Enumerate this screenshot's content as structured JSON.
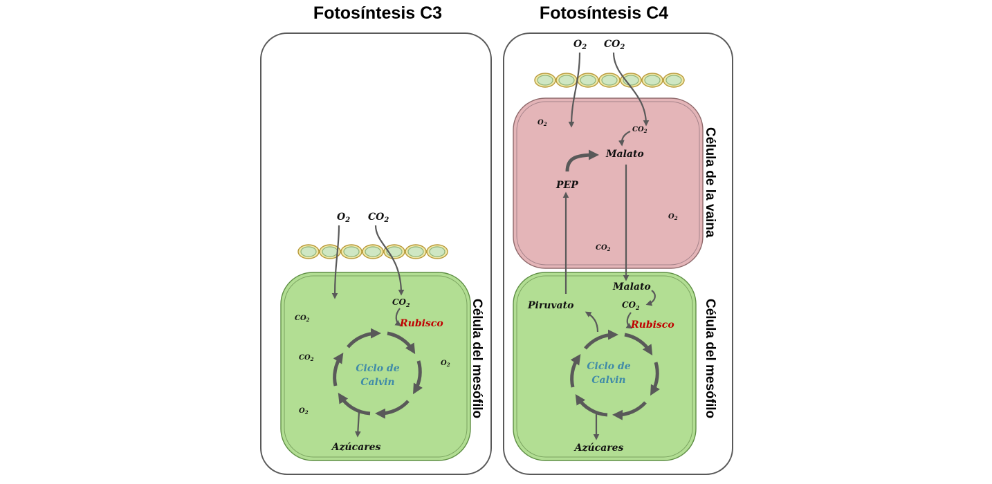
{
  "c3": {
    "title": "Fotosíntesis C3",
    "o2_top": "O",
    "co2_top": "CO",
    "co2_in": "CO",
    "rubisco": "Rubisco",
    "calvin_line1": "Ciclo de",
    "calvin_line2": "Calvin",
    "sugars": "Azúcares",
    "cell_label": "Célula del mesófilo",
    "scatter": [
      "CO",
      "CO",
      "O",
      "O"
    ],
    "subscript": "2"
  },
  "c4": {
    "title": "Fotosíntesis C4",
    "o2_top": "O",
    "co2_top": "CO",
    "sheath_o2": "O",
    "sheath_co2_in": "CO",
    "malate_sheath": "Malato",
    "pep": "PEP",
    "sheath_o2_right": "O",
    "sheath_co2_bottom": "CO",
    "malate_meso": "Malato",
    "co2_meso": "CO",
    "pyruvate": "Piruvato",
    "rubisco": "Rubisco",
    "calvin_line1": "Ciclo de",
    "calvin_line2": "Calvin",
    "sugars": "Azúcares",
    "sheath_label": "Célula de la vaina",
    "meso_label": "Célula del mesófilo",
    "subscript": "2"
  },
  "colors": {
    "mesophyll": "#b2de93",
    "bundle_sheath": "#e4b5b8",
    "rubisco_text": "#c00000",
    "calvin_text": "#3f8aa8",
    "arrows": "#595959"
  }
}
